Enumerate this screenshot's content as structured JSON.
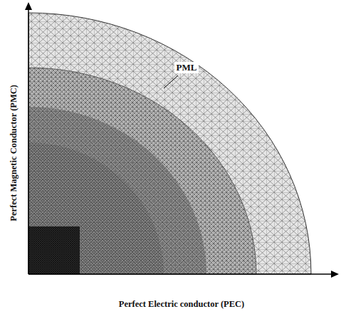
{
  "diagram": {
    "labels": [
      "PML",
      "Perfect Magnetic Conductor (PMC)",
      "Perfect Electric conductor (PEC)"
    ]
  }
}
